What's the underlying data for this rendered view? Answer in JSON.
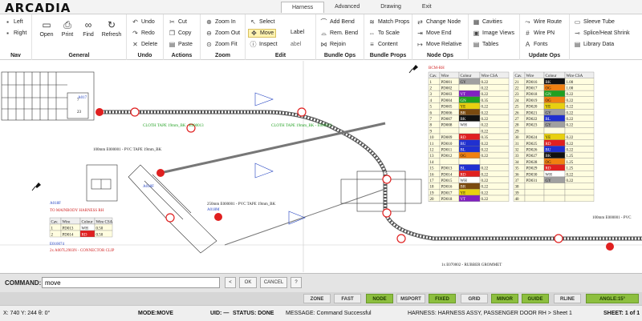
{
  "app": {
    "logo": "ARCADIA"
  },
  "tabs": [
    {
      "label": "Harness",
      "active": true
    },
    {
      "label": "Advanced",
      "active": false
    },
    {
      "label": "Drawing",
      "active": false
    },
    {
      "label": "Exit",
      "active": false
    }
  ],
  "ribbon": {
    "nav": {
      "title": "Nav",
      "left": "Left",
      "right": "Right"
    },
    "general": {
      "title": "General",
      "open": "Open",
      "print": "Print",
      "find": "Find",
      "refresh": "Refresh"
    },
    "undo": {
      "title": "Undo",
      "undo": "Undo",
      "redo": "Redo",
      "delete": "Delete"
    },
    "actions": {
      "title": "Actions",
      "cut": "Cut",
      "copy": "Copy",
      "paste": "Paste"
    },
    "zoom": {
      "title": "Zoom",
      "zoom_in": "Zoom In",
      "zoom_out": "Zoom Out",
      "zoom_fit": "Zoom Fit"
    },
    "edit": {
      "title": "Edit",
      "select": "Select",
      "move": "Move",
      "inspect": "Inspect",
      "label": "Label",
      "label_short": "abel"
    },
    "bundle_ops": {
      "title": "Bundle Ops",
      "add_bend": "Add Bend",
      "rem_bend": "Rem. Bend",
      "rejoin": "Rejoin"
    },
    "bundle_props": {
      "title": "Bundle Props",
      "match_props": "Match Props",
      "to_scale": "To Scale",
      "content": "Content"
    },
    "node_ops": {
      "title": "Node Ops",
      "change_node": "Change Node",
      "move_end": "Move End",
      "move_relative": "Move Relative"
    },
    "view": {
      "cavities": "Cavities",
      "image_views": "Image Views",
      "tables": "Tables"
    },
    "update_ops": {
      "title": "Update Ops",
      "wire_route": "Wire Route",
      "wire_pn": "Wire PN",
      "fonts": "Fonts"
    },
    "extra": {
      "sleeve_tube": "Sleeve Tube",
      "splice_heat_shrink": "Splice/Heat Shrink",
      "library_data": "Library Data"
    }
  },
  "drawing": {
    "labels": {
      "cloth_tape_1": "CLOTH TAPE 19mm_BK - E000013",
      "cloth_tape_2": "CLOTH TAPE 19mm_BK - E000013",
      "pvc_tape_1": "100mm E000001 - PVC TAPE 19mm_BK",
      "pvc_tape_2": "250mm E000001 - PVC TAPE 19mm_BK",
      "pvc_tape_3": "100mm E000001 - PVC",
      "grommet": "1x E070002 - RUBBER GROMMET",
      "mainbody": "TO MAINBODY HARNESS RH",
      "connector_clip": "2x A007L2903N - CONNECTOR CLIP",
      "bcm_rh": "BCM-RH",
      "e010074": "E010074",
      "e010074_b": "E010074",
      "a017": "A017",
      "a018f": "A018F",
      "a018m": "A018M",
      "a018f_b": "A018F"
    },
    "small_table": {
      "headers": [
        "Cav.",
        "Wire",
        "Colour",
        "Wire CSA"
      ],
      "rows": [
        [
          "1",
          "PD013",
          "WH",
          "0.50"
        ],
        [
          "2",
          "PD014",
          "RD",
          "0.50"
        ]
      ]
    },
    "bcm_table_left": {
      "headers": [
        "Cav.",
        "Wire",
        "Colour",
        "Wire CSA"
      ],
      "rows": [
        [
          "1",
          "PD001",
          "GY",
          "0.22"
        ],
        [
          "2",
          "PD002",
          "",
          "0.22"
        ],
        [
          "3",
          "PD003",
          "VT",
          "0.22"
        ],
        [
          "4",
          "PD004",
          "GN",
          "0.35"
        ],
        [
          "5",
          "PD005",
          "YE",
          "0.22"
        ],
        [
          "6",
          "PD006",
          "BR",
          "0.22"
        ],
        [
          "7",
          "PD007",
          "BK",
          "0.22"
        ],
        [
          "8",
          "PD008",
          "WH",
          "0.22"
        ],
        [
          "9",
          "",
          "",
          "0.22"
        ],
        [
          "10",
          "PD009",
          "RD",
          "0.35"
        ],
        [
          "11",
          "PD010",
          "BU",
          "0.22"
        ],
        [
          "12",
          "PD011",
          "BL",
          "0.22"
        ],
        [
          "13",
          "PD012",
          "OG",
          "0.22"
        ],
        [
          "14",
          "",
          "",
          ""
        ],
        [
          "15",
          "PD013",
          "BL",
          "0.22"
        ],
        [
          "16",
          "PD014",
          "RD",
          "0.22"
        ],
        [
          "17",
          "PD015",
          "WH",
          "0.22"
        ],
        [
          "18",
          "PD016",
          "BR",
          "0.22"
        ],
        [
          "19",
          "PD017",
          "YE",
          "0.22"
        ],
        [
          "20",
          "PD018",
          "VT",
          "0.22"
        ]
      ]
    },
    "bcm_table_right": {
      "headers": [
        "Cav.",
        "Wire",
        "Colour",
        "Wire CSA"
      ],
      "rows": [
        [
          "21",
          "PD016",
          "BK",
          "1.00"
        ],
        [
          "22",
          "PD017",
          "OG",
          "1.00"
        ],
        [
          "23",
          "PD018",
          "GN",
          "0.22"
        ],
        [
          "24",
          "PD019",
          "OG",
          "0.22"
        ],
        [
          "25",
          "PD020",
          "YE",
          "0.22"
        ],
        [
          "26",
          "PD021",
          "GY",
          "0.22"
        ],
        [
          "27",
          "PD022",
          "BL",
          "0.22"
        ],
        [
          "28",
          "PD023",
          "GY",
          "0.22"
        ],
        [
          "29",
          "",
          "",
          ""
        ],
        [
          "30",
          "PD024",
          "YE",
          "0.22"
        ],
        [
          "31",
          "PD025",
          "RD",
          "0.22"
        ],
        [
          "32",
          "PD026",
          "BU",
          "0.22"
        ],
        [
          "33",
          "PD027",
          "BK",
          "1.25"
        ],
        [
          "34",
          "PD028",
          "OG",
          "1.25"
        ],
        [
          "35",
          "PD029",
          "RD",
          "1.25"
        ],
        [
          "36",
          "PD030",
          "WH",
          "0.22"
        ],
        [
          "37",
          "PD031",
          "GY",
          "0.22"
        ],
        [
          "38",
          "",
          "",
          ""
        ],
        [
          "39",
          "",
          "",
          ""
        ],
        [
          "40",
          "",
          "",
          ""
        ]
      ]
    }
  },
  "command": {
    "label": "COMMAND:",
    "value": "move",
    "buttons": {
      "back": "<",
      "ok": "OK",
      "cancel": "CANCEL",
      "help": "?"
    }
  },
  "toggles": [
    {
      "label": "ZONE",
      "on": false
    },
    {
      "label": "FAST",
      "on": false
    },
    {
      "label": "NODE",
      "on": true
    },
    {
      "label": "MSPORT",
      "on": false
    },
    {
      "label": "FIXED",
      "on": true
    },
    {
      "label": "GRID",
      "on": false
    },
    {
      "label": "MINOR",
      "on": true
    },
    {
      "label": "GUIDE",
      "on": true
    },
    {
      "label": "RLINE",
      "on": false
    },
    {
      "label": "ANGLE:15°",
      "on": true
    }
  ],
  "status": {
    "coords": "X: 740 Y: 244 θ: 0°",
    "mode": "MODE:MOVE",
    "uid": "UID: —",
    "status": "STATUS: DONE",
    "message": "MESSAGE: Command Successful",
    "harness": "HARNESS: HARNESS ASSY, PASSENGER DOOR RH > Sheet 1",
    "sheet": "SHEET: 1 of 1"
  },
  "colors": {
    "toggle_on": "#8dbf3f",
    "node_red": "#e02020",
    "label_blue": "#2040c0",
    "label_green": "#20a020",
    "label_red": "#d02020"
  }
}
